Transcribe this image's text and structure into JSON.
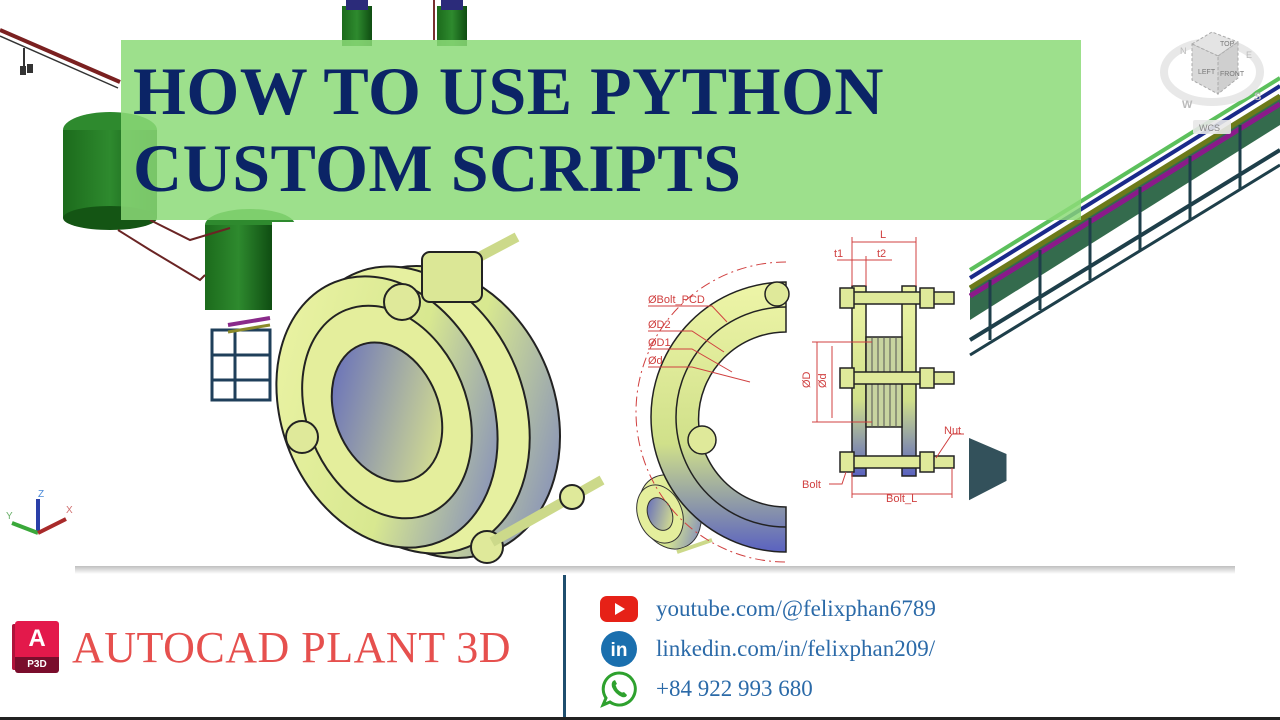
{
  "thumbnail": {
    "title_lines": [
      "HOW TO USE PYTHON",
      "CUSTOM SCRIPTS"
    ],
    "colors": {
      "title_text": "#0b2466",
      "banner_bg": "#8cda78",
      "brand_text": "#e6504e",
      "contact_text": "#2b6aa8",
      "divider": "#1f4e6e"
    }
  },
  "viewport": {
    "viewcube": {
      "faces": [
        "TOP",
        "LEFT",
        "FRONT"
      ],
      "compass": [
        "N",
        "W",
        "S",
        "E"
      ],
      "ucs_label": "WCS"
    },
    "ucs_axes": [
      "X",
      "Y",
      "Z"
    ]
  },
  "drawing": {
    "labels": {
      "bolt_pcd": "ØBolt_PCD",
      "d2": "ØD2",
      "d1": "ØD1",
      "d_small": "Ød",
      "L": "L",
      "t1": "t1",
      "t2": "t2",
      "D_vert": "ØD",
      "d_vert": "Ød",
      "nut": "Nut",
      "bolt": "Bolt",
      "bolt_l": "Bolt_L"
    }
  },
  "footer": {
    "brand": {
      "logo_letter": "A",
      "logo_sub": "P3D",
      "name": "AUTOCAD PLANT 3D"
    },
    "contacts": [
      {
        "icon": "youtube-icon",
        "text": "youtube.com/@felixphan6789"
      },
      {
        "icon": "linkedin-icon",
        "text": "linkedin.com/in/felixphan209/"
      },
      {
        "icon": "whatsapp-icon",
        "text": "+84 922 993 680"
      }
    ]
  }
}
